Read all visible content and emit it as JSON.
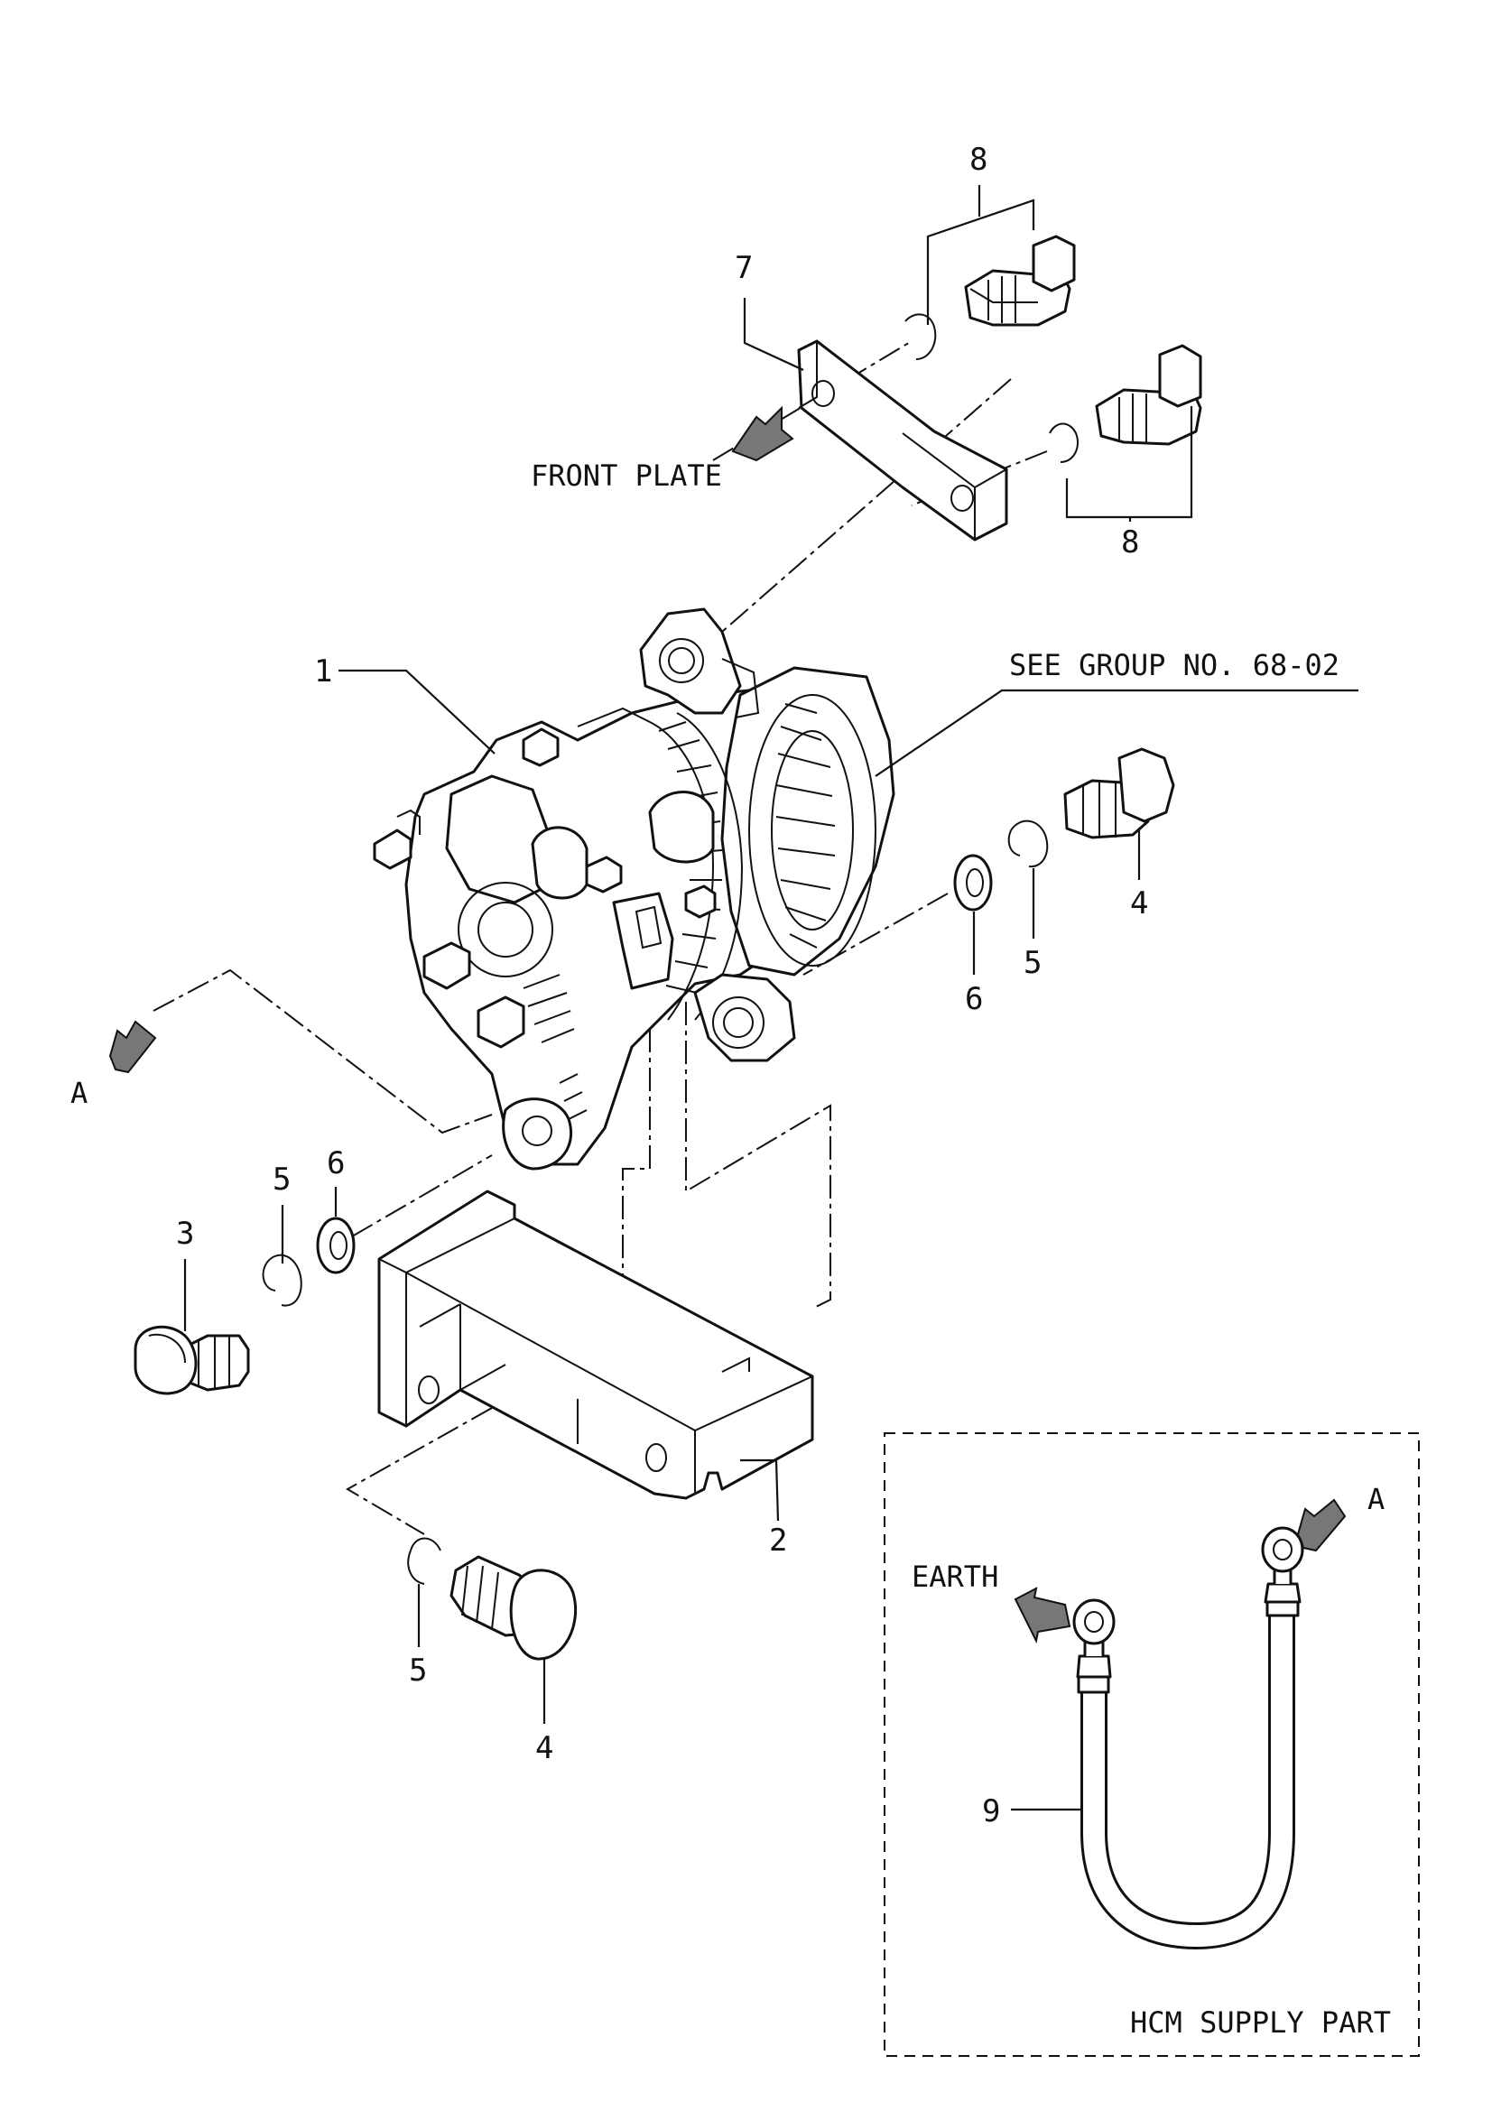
{
  "callouts": {
    "c1": "1",
    "c2": "2",
    "c3": "3",
    "c4_right": "4",
    "c4_bottom": "4",
    "c5_right": "5",
    "c5_left": "5",
    "c5_bottom": "5",
    "c6_right": "6",
    "c6_left": "6",
    "c7": "7",
    "c8_top": "8",
    "c8_bottom": "8",
    "c9": "9"
  },
  "labels": {
    "front_plate": "FRONT PLATE",
    "see_group": "SEE GROUP NO. 68-02",
    "view_a_left": "A",
    "view_a_right": "A",
    "earth": "EARTH",
    "hcm_supply": "HCM SUPPLY PART"
  }
}
